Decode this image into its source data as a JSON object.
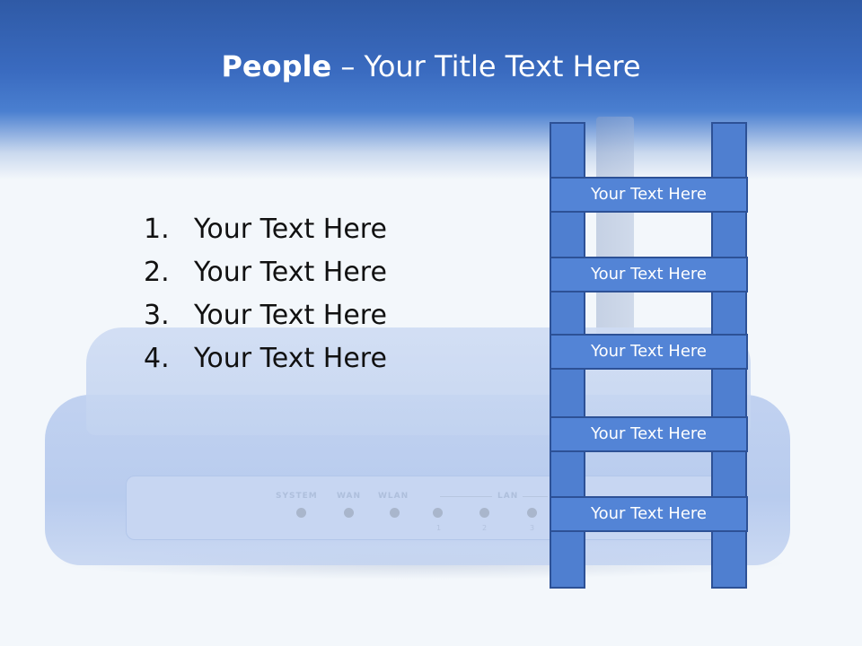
{
  "title": {
    "bold": "People",
    "rest": " – Your Title Text Here"
  },
  "router": {
    "led_labels": [
      "SYSTEM",
      "WAN",
      "WLAN",
      "LAN"
    ],
    "port_numbers": [
      "1",
      "2",
      "3"
    ]
  },
  "list": [
    {
      "number": "1.",
      "text": "Your Text Here"
    },
    {
      "number": "2.",
      "text": "Your Text Here"
    },
    {
      "number": "3.",
      "text": "Your Text Here"
    },
    {
      "number": "4.",
      "text": "Your Text Here"
    }
  ],
  "ladder": {
    "rungs": [
      "Your Text Here",
      "Your Text Here",
      "Your Text Here",
      "Your Text Here",
      "Your Text Here"
    ],
    "colors": {
      "fill": "#5384d6",
      "border": "#2d5196"
    }
  }
}
